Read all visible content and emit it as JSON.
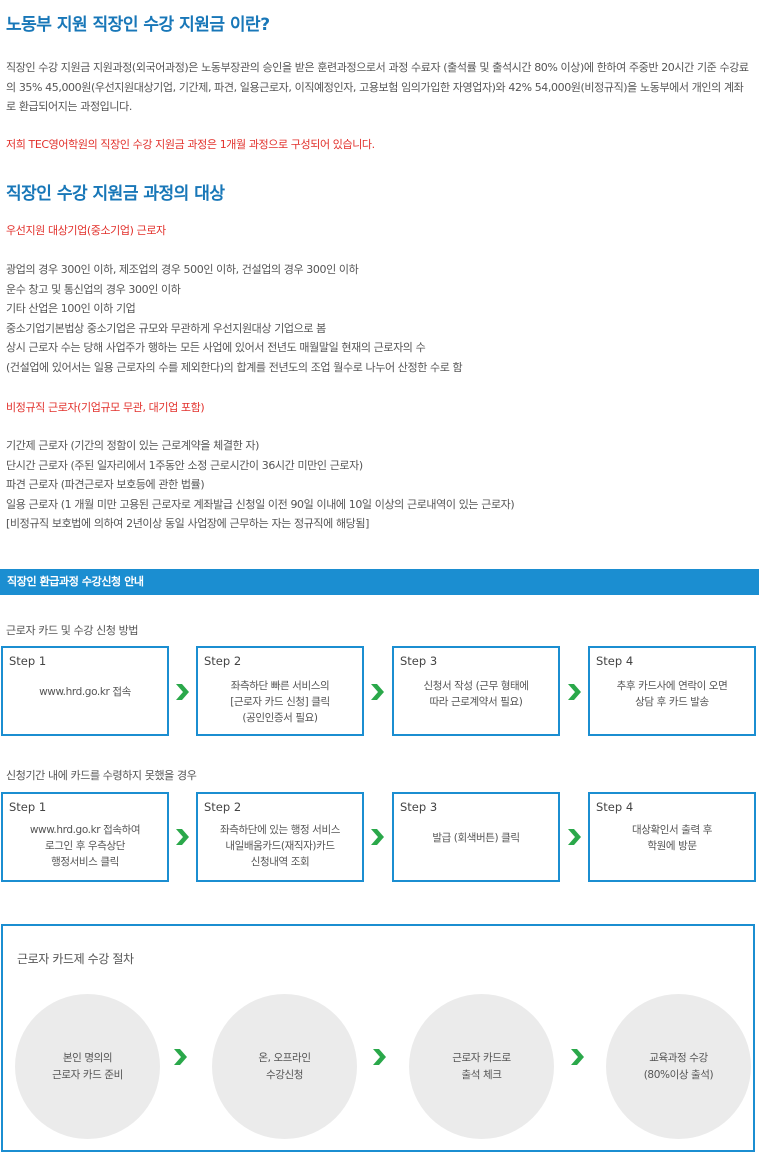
{
  "section1": {
    "title": "노동부 지원 직장인 수강 지원금 이란?",
    "para": "직장인 수강 지원금 지원과정(외국어과정)은 노동부장관의 승인을 받은 훈련과정으로서 과정 수료자 (출석률 및 출석시간 80% 이상)에 한하여 주중반 20시간 기준 수강료의 35% 45,000원(우선지원대상기업, 기간제, 파견, 일용근로자, 이직예정인자, 고용보험 임의가입한 자영업자)와 42% 54,000원(비정규직)을 노동부에서 개인의 계좌로 환급되어지는 과정입니다.",
    "note": "저희 TEC영어학원의 직장인 수강 지원금 과정은 1개월 과정으로 구성되어 있습니다."
  },
  "section2": {
    "title": "직장인 수강 지원금 과정의 대상",
    "group1_title": "우선지원 대상기업(중소기업) 근로자",
    "group1_lines": [
      "광업의 경우 300인 이하, 제조업의 경우 500인 이하, 건설업의 경우 300인 이하",
      "운수 창고 및 통신업의 경우 300인 이하",
      "기타 산업은 100인 이하 기업",
      "중소기업기본법상 중소기업은 규모와 무관하게 우선지원대상 기업으로 봄",
      "상시 근로자 수는 당해 사업주가 행하는 모든 사업에 있어서 전년도 매월말일 현재의 근로자의 수",
      "(건설업에 있어서는 일용 근로자의 수를 제외한다)의 합계를 전년도의 조업 월수로 나누어 산정한 수로 함"
    ],
    "group2_title": "비정규직 근로자(기업규모 무관, 대기업 포함)",
    "group2_lines": [
      "기간제 근로자 (기간의 정함이 있는 근로계약을 체결한 자)",
      "단시간 근로자 (주된 일자리에서 1주동안 소정 근로시간이 36시간 미만인 근로자)",
      "파견 근로자 (파견근로자 보호등에 관한 법률)",
      "일용 근로자 (1 개월 미만 고용된 근로자로 계좌발급 신청일 이전 90일 이내에 10일 이상의 근로내역이 있는 근로자)",
      "[비정규직 보호법에 의하여 2년이상 동일 사업장에 근무하는 자는 정규직에 해당됨]"
    ]
  },
  "guide": {
    "bar_title": "직장인 환급과정 수강신청 안내",
    "flow1_title": "근로자 카드 및 수강 신청 방법",
    "flow1_steps": [
      {
        "label": "Step 1",
        "desc": "www.hrd.go.kr 접속"
      },
      {
        "label": "Step 2",
        "desc": "좌측하단 빠른 서비스의\n[근로자 카드 신청] 클릭\n(공인인증서 필요)"
      },
      {
        "label": "Step 3",
        "desc": "신청서 작성 (근무 형태에\n따라 근로계약서 필요)"
      },
      {
        "label": "Step 4",
        "desc": "추후 카드사에 연락이 오면\n상담 후 카드 발송"
      }
    ],
    "flow2_title": "신청기간 내에 카드를 수령하지 못했을 경우",
    "flow2_steps": [
      {
        "label": "Step 1",
        "desc": "www.hrd.go.kr 접속하여\n로그인 후 우측상단\n행정서비스 클릭"
      },
      {
        "label": "Step 2",
        "desc": "좌측하단에  있는 행정 서비스\n내일배움카드(재직자)카드\n신청내역 조회"
      },
      {
        "label": "Step 3",
        "desc": "발급 (회색버튼) 클릭"
      },
      {
        "label": "Step 4",
        "desc": "대상확인서 출력 후\n학원에 방문"
      }
    ]
  },
  "procedure": {
    "title": "근로자 카드제 수강 절차",
    "steps": [
      "본인 명의의\n근로자 카드 준비",
      "온, 오프라인\n수강신청",
      "근로자 카드로\n출석 체크",
      "교육과정 수강\n(80%이상 출석)"
    ]
  },
  "colors": {
    "title_blue": "#1877b8",
    "bar_blue": "#1b8ed1",
    "accent_red": "#e2312c",
    "arrow_green": "#2aa84a"
  },
  "icons": {
    "step_arrow": "chevron-right-icon"
  }
}
